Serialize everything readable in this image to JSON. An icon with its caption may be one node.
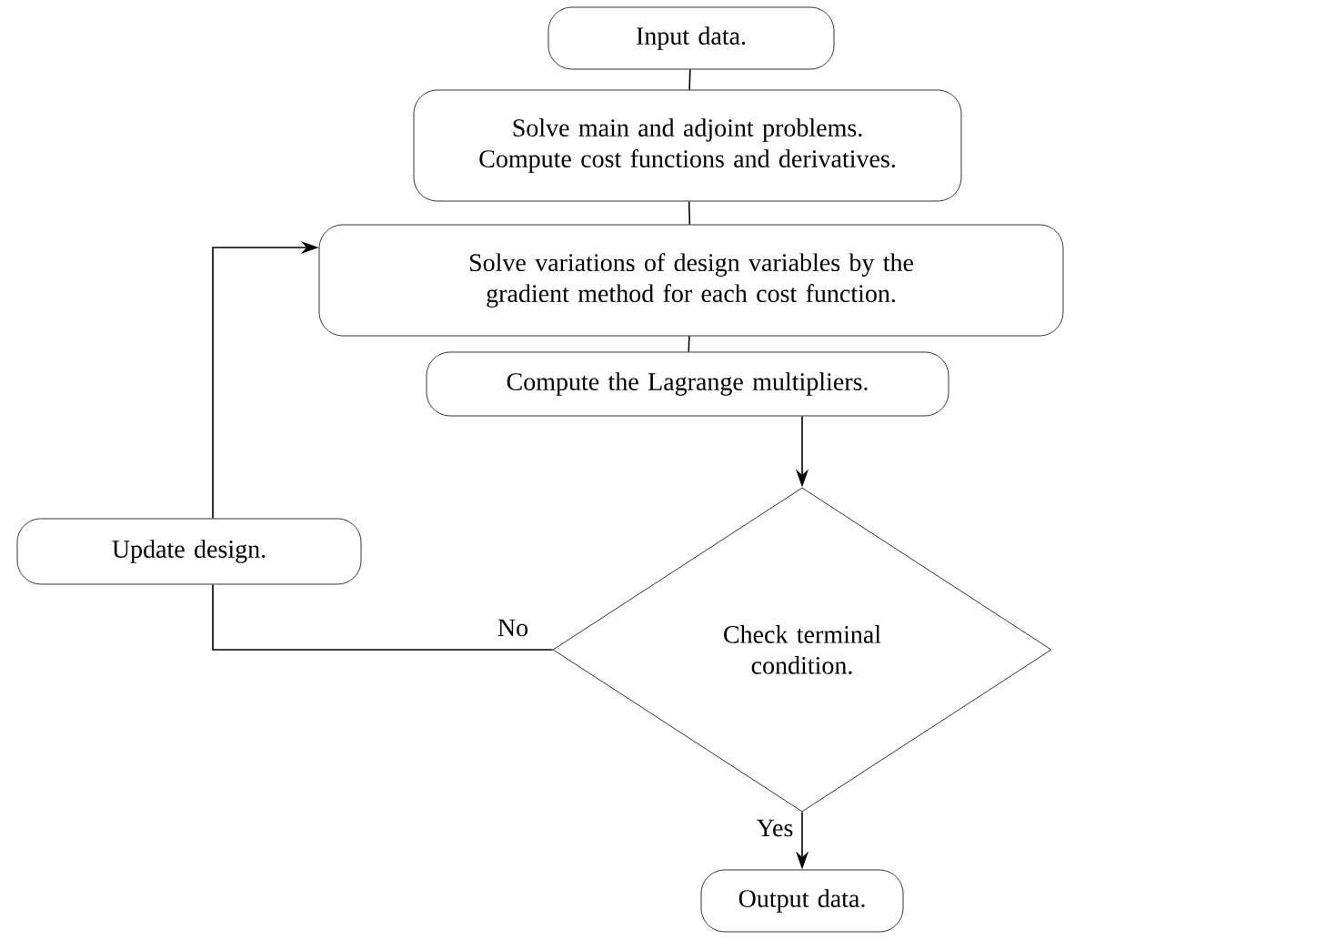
{
  "diagram": {
    "nodes": [
      {
        "text": [
          "Input data."
        ]
      },
      {
        "text": [
          "Solve main and adjoint problems. Compute cost functions and derivatives."
        ]
      },
      {
        "text": [
          "Solve variations of design variables by the gradient method for each cost function."
        ]
      },
      {
        "text": [
          "Compute the Lagrange multipliers."
        ]
      },
      {
        "text": [
          "Check terminal condition."
        ]
      },
      {
        "text": [
          "Output data."
        ]
      },
      {
        "text": [
          "Update design."
        ]
      }
    ],
    "edges": [
      {
        "from": 0,
        "to": 1,
        "arrow": "none"
      },
      {
        "from": 1,
        "to": 2,
        "arrow": "none"
      },
      {
        "from": 2,
        "to": 3,
        "arrow": "none"
      },
      {
        "from": 3,
        "to": 4,
        "arrow": "to"
      },
      {
        "from": 4,
        "to": 5,
        "arrow": "to",
        "label": "Yes"
      },
      {
        "from": 4,
        "to": 6,
        "arrow": "none",
        "label": "No"
      },
      {
        "from": 6,
        "to": 2,
        "arrow": "to"
      }
    ]
  }
}
